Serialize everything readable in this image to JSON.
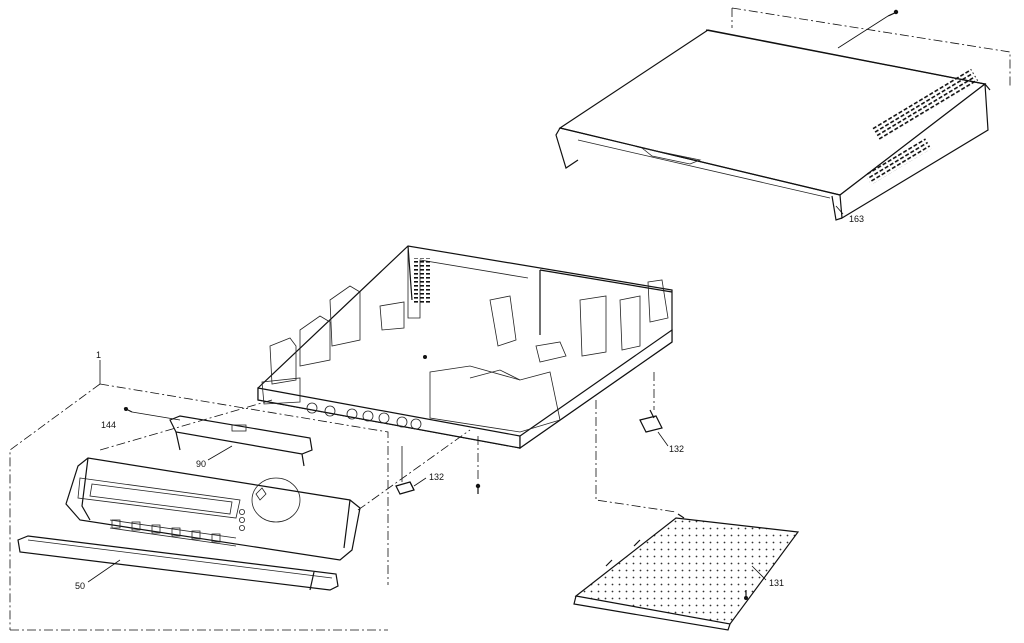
{
  "callouts": {
    "c163": "163",
    "c144": "144",
    "c1": "1",
    "c90": "90",
    "c132a": "132",
    "c132b": "132",
    "c50": "50",
    "c131": "131"
  }
}
